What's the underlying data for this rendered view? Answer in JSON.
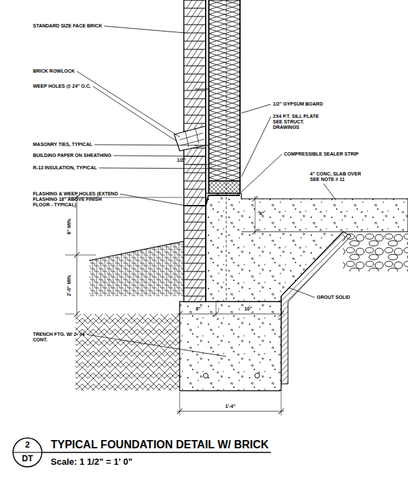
{
  "diagram": {
    "title": "TYPICAL FOUNDATION DETAIL W/ BRICK",
    "caption": "Scale: 1 1/2\" = 1' 0\"",
    "nodes": [
      {
        "text": [
          "2",
          "DT"
        ]
      }
    ],
    "labels": [
      "STANDARD SIZE FACE BRICK",
      "BRICK ROWLOCK",
      "WEEP HOLES @ 24\" O.C.",
      "MASONRY TIES, TYPICAL",
      "BUILDING PAPER ON SHEATHING",
      "1/2\"",
      "R-13 INSULATION, TYPICAL",
      "FLASHING & WEEP HOLES (EXTEND FLASHING 18\" ABOVE FINISH FLOOR - TYPICAL)",
      "8\" MIN.",
      "2'-0\" MIN.",
      "TRENCH FTG. W/ 2- #4 CONT.",
      "1/2\" GYPSUM BOARD",
      "2X4 P.T. SILL PLATE SEE STRUCT. DRAWINGS",
      "COMPRESSIBLE SEALER STRIP",
      "4\" CONC. SLAB OVER SEE NOTE # 11",
      "4\"",
      "GROUT SOLID",
      "6\"",
      "10\"",
      "1'-4\""
    ]
  }
}
